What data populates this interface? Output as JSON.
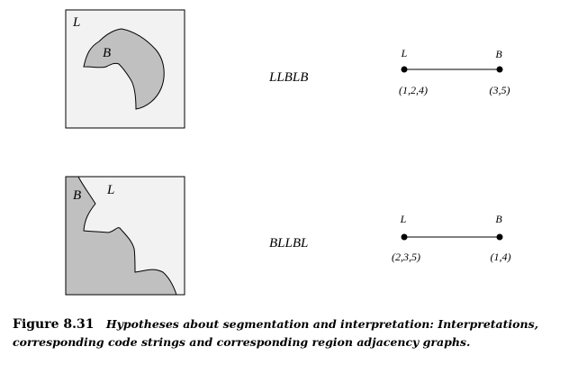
{
  "panels": [
    {
      "labels": {
        "outer": "L",
        "inner": "B"
      },
      "colors": {
        "outer": "#f2f2f2",
        "inner": "#c0c0c0"
      },
      "code_string": "LLBLB",
      "graph": {
        "nodes": [
          {
            "label": "L",
            "coords": "(1,2,4)"
          },
          {
            "label": "B",
            "coords": "(3,5)"
          }
        ]
      }
    },
    {
      "labels": {
        "first": "B",
        "second": "L"
      },
      "colors": {
        "B": "#c0c0c0",
        "L": "#f2f2f2"
      },
      "code_string": "BLLBL",
      "graph": {
        "nodes": [
          {
            "label": "L",
            "coords": "(2,3,5)"
          },
          {
            "label": "B",
            "coords": "(1,4)"
          }
        ]
      }
    }
  ],
  "caption": {
    "number": "Figure 8.31",
    "text": "Hypotheses about segmentation and interpretation: Interpretations, corresponding code strings and corresponding region adjacency graphs."
  }
}
